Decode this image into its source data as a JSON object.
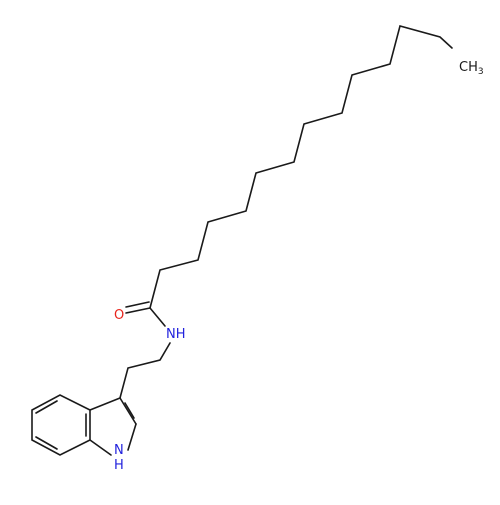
{
  "molecule": {
    "atoms": {
      "oxygen": "O",
      "amide_nitrogen": "NH",
      "indole_nitrogen_h": "H",
      "indole_nitrogen_n": "N",
      "methyl_c": "CH",
      "methyl_sub": "3"
    },
    "colors": {
      "bond": "#1a1a1a",
      "carbon_text": "#1a1a1a",
      "oxygen": "#e8241c",
      "nitrogen": "#2222dd"
    }
  }
}
